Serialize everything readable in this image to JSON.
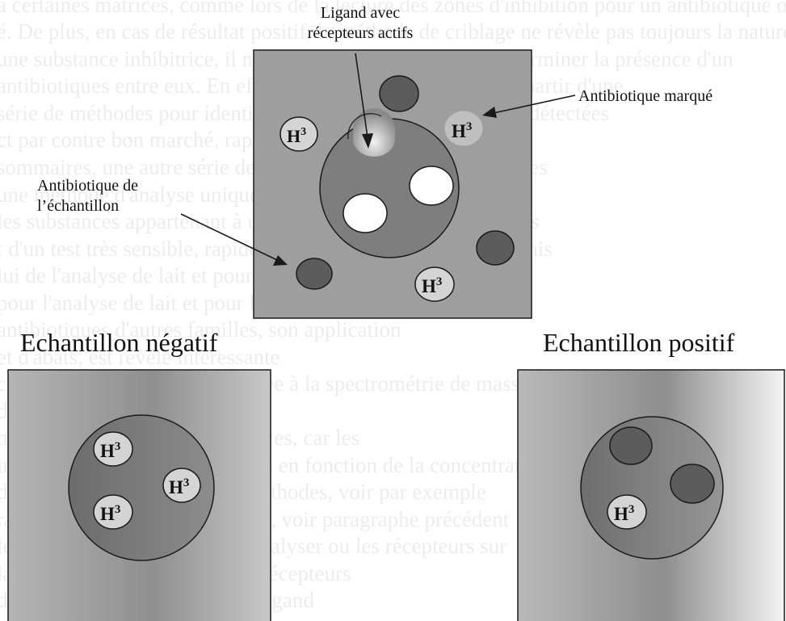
{
  "labels": {
    "ligand_line1": "Ligand avec",
    "ligand_line2": "récepteurs actifs",
    "antibiotique_marque": "Antibiotique marqué",
    "antibiotique_echantillon_line1": "Antibiotique de",
    "antibiotique_echantillon_line2": "l’échantillon",
    "h3_base": "H",
    "h3_exp": "3"
  },
  "panels": {
    "negatif_title": "Echantillon négatif",
    "positif_title": "Echantillon positif"
  },
  "colors": {
    "background_gray": "#9e9e9e",
    "ligand_gray": "#7e7e7e",
    "sample_antibiotic": "#5c5c5c",
    "labeled_antibiotic_fill": "#d4d4d4",
    "outline": "#1a1a1a"
  }
}
